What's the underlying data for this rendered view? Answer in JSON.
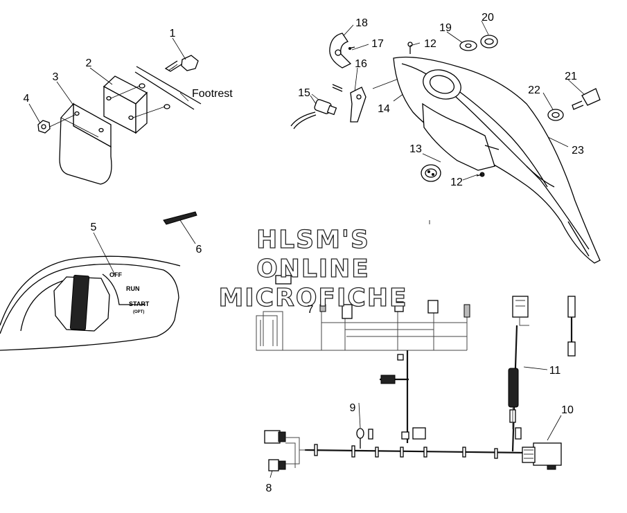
{
  "callouts": [
    "1",
    "2",
    "3",
    "4",
    "5",
    "6",
    "7",
    "8",
    "9",
    "10",
    "11",
    "12",
    "12",
    "13",
    "14",
    "15",
    "16",
    "17",
    "18",
    "19",
    "20",
    "21",
    "22",
    "23"
  ],
  "labels": {
    "footrest": "Footrest",
    "switch_off": "OFF",
    "switch_run": "RUN",
    "switch_start": "START",
    "switch_start_sub": "(OPT)"
  },
  "watermark": {
    "line1": "HLSM'S",
    "line2": "ONLINE",
    "line3": "MICROFICHE"
  }
}
